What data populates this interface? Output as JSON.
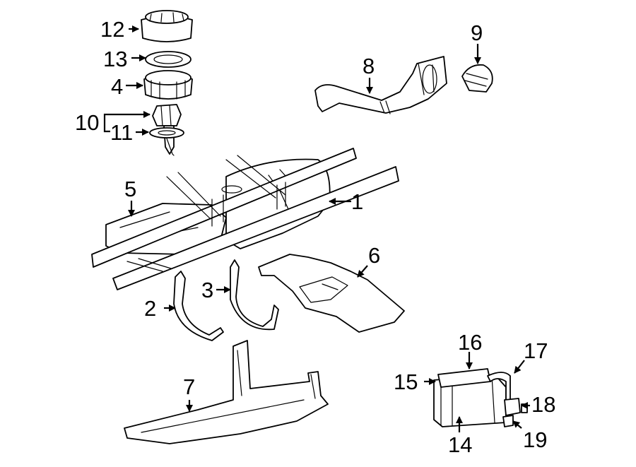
{
  "callouts": [
    {
      "id": "1",
      "text": "1"
    },
    {
      "id": "2",
      "text": "2"
    },
    {
      "id": "3",
      "text": "3"
    },
    {
      "id": "4",
      "text": "4"
    },
    {
      "id": "5",
      "text": "5"
    },
    {
      "id": "6",
      "text": "6"
    },
    {
      "id": "7",
      "text": "7"
    },
    {
      "id": "8",
      "text": "8"
    },
    {
      "id": "9",
      "text": "9"
    },
    {
      "id": "10",
      "text": "10"
    },
    {
      "id": "11",
      "text": "11"
    },
    {
      "id": "12",
      "text": "12"
    },
    {
      "id": "13",
      "text": "13"
    },
    {
      "id": "14",
      "text": "14"
    },
    {
      "id": "15",
      "text": "15"
    },
    {
      "id": "16",
      "text": "16"
    },
    {
      "id": "17",
      "text": "17"
    },
    {
      "id": "18",
      "text": "18"
    },
    {
      "id": "19",
      "text": "19"
    }
  ],
  "colors": {
    "line": "#000000",
    "background": "#ffffff"
  }
}
